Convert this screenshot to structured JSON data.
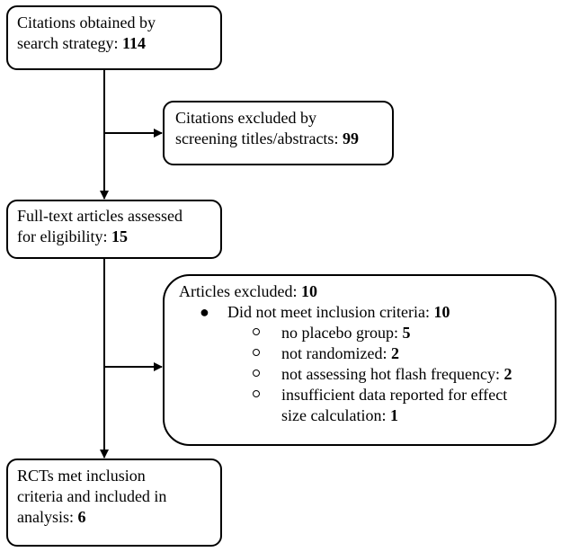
{
  "boxes": {
    "search": {
      "text_line1": "Citations obtained by",
      "text_line2": "search strategy: ",
      "count": "114"
    },
    "excluded_screening": {
      "text_line1": "Citations excluded by",
      "text_line2": "screening titles/abstracts: ",
      "count": "99"
    },
    "fulltext": {
      "text_line1": "Full-text articles assessed",
      "text_line2": "for eligibility: ",
      "count": "15"
    },
    "excluded_articles": {
      "title": "Articles excluded: ",
      "count": "10",
      "bullet_label": "Did not meet inclusion criteria: ",
      "bullet_count": "10",
      "reasons": [
        {
          "label": "no placebo group: ",
          "count": "5"
        },
        {
          "label": "not randomized: ",
          "count": "2"
        },
        {
          "label": "not assessing hot flash frequency: ",
          "count": "2"
        },
        {
          "label_line1": "insufficient data reported for effect",
          "label_line2": "size calculation: ",
          "count": "1"
        }
      ]
    },
    "included": {
      "text_line1": "RCTs met inclusion",
      "text_line2": "criteria and included in",
      "text_line3": "analysis: ",
      "count": "6"
    }
  }
}
